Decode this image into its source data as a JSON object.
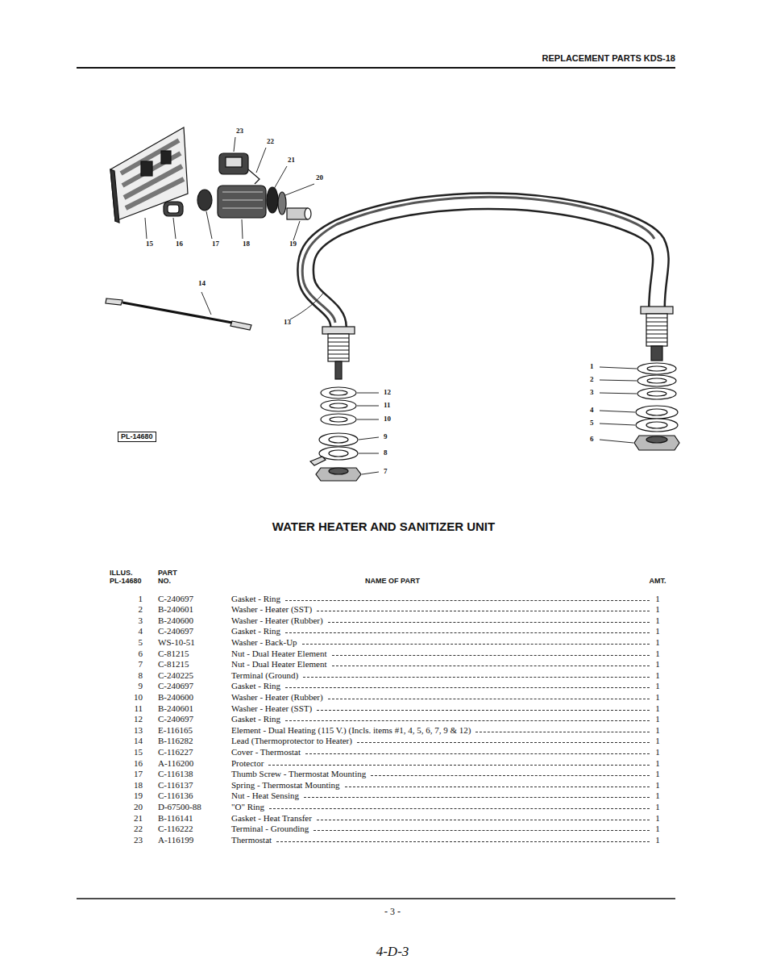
{
  "diagram": {
    "title": "WATER HEATER AND SANITIZER UNIT",
    "nodes": [
      {
        "text": [
          "PL-14680"
        ]
      }
    ],
    "labels": [
      "REPLACEMENT PARTS KDS-18",
      "1",
      "2",
      "3",
      "4",
      "5",
      "6",
      "7",
      "8",
      "9",
      "10",
      "11",
      "12",
      "13",
      "14",
      "15",
      "16",
      "17",
      "18",
      "19",
      "20",
      "21",
      "22",
      "23",
      "ILLUS.",
      "PL-14680",
      "PART",
      "NO.",
      "NAME OF PART",
      "AMT.",
      "1",
      "C-240697",
      "Gasket - Ring",
      "1",
      "2",
      "B-240601",
      "Washer - Heater (SST)",
      "1",
      "3",
      "B-240600",
      "Washer - Heater (Rubber)",
      "1",
      "4",
      "C-240697",
      "Gasket - Ring",
      "1",
      "5",
      "WS-10-51",
      "Washer - Back-Up",
      "1",
      "6",
      "C-81215",
      "Nut - Dual Heater Element",
      "1",
      "7",
      "C-81215",
      "Nut - Dual Heater Element",
      "1",
      "8",
      "C-240225",
      "Terminal (Ground)",
      "1",
      "9",
      "C-240697",
      "Gasket - Ring",
      "1",
      "10",
      "B-240600",
      "Washer - Heater (Rubber)",
      "1",
      "11",
      "B-240601",
      "Washer - Heater (SST)",
      "1",
      "12",
      "C-240697",
      "Gasket - Ring",
      "1",
      "13",
      "E-116165",
      "Element - Dual Heating (115 V.) (Incls. items #1, 4, 5, 6, 7, 9 & 12)",
      "1",
      "14",
      "B-116282",
      "Lead (Thermoprotector to Heater)",
      "1",
      "15",
      "C-116227",
      "Cover - Thermostat",
      "1",
      "16",
      "A-116200",
      "Protector",
      "1",
      "17",
      "C-116138",
      "Thumb Screw - Thermostat Mounting",
      "1",
      "18",
      "C-116137",
      "Spring - Thermostat Mounting",
      "1",
      "19",
      "C-116136",
      "Nut - Heat Sensing",
      "1",
      "20",
      "D-67500-88",
      "\"O\" Ring",
      "1",
      "21",
      "B-116141",
      "Gasket - Heat Transfer",
      "1",
      "22",
      "C-116222",
      "Terminal - Grounding",
      "1",
      "23",
      "A-116199",
      "Thermostat",
      "1",
      "- 3 -",
      "4-D-3"
    ]
  }
}
